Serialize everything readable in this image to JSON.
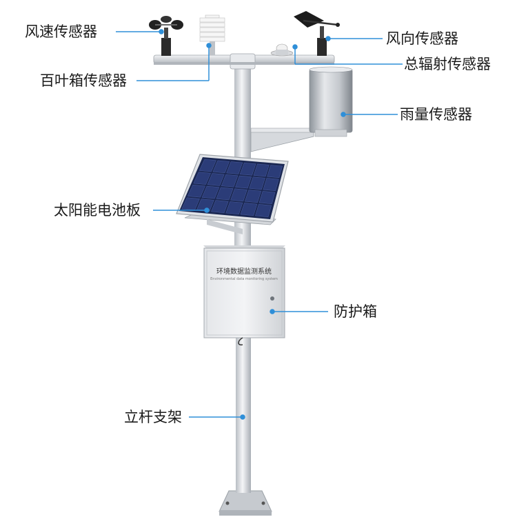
{
  "labels": {
    "anemometer": "风速传感器",
    "louver_box": "百叶箱传感器",
    "wind_vane": "风向传感器",
    "radiation": "总辐射传感器",
    "rain_gauge": "雨量传感器",
    "solar_panel": "太阳能电池板",
    "enclosure": "防护箱",
    "pole": "立杆支架"
  },
  "enclosure_text": {
    "title": "环境数据监测系统",
    "subtitle": "Environmental data monitoring system"
  },
  "colors": {
    "accent": "#2f8fd8",
    "pole": "#d9dde2",
    "panel_cell": "#1e2d5c",
    "rain_gauge": "#bfc4ca"
  }
}
